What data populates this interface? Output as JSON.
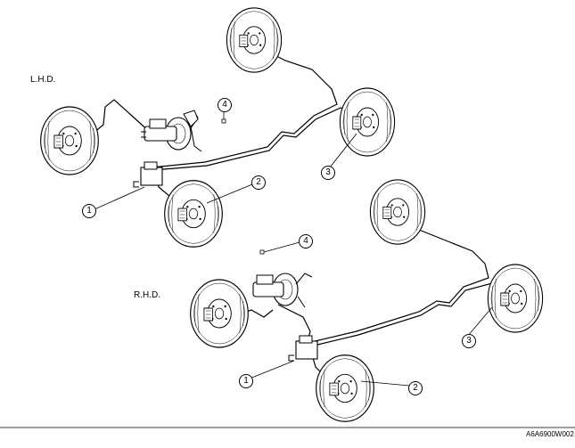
{
  "labels": {
    "lhd": "L.H.D.",
    "rhd": "R.H.D.",
    "figure_code": "A6A6900W002"
  },
  "callouts": {
    "one": "1",
    "two": "2",
    "three": "3",
    "four": "4"
  }
}
